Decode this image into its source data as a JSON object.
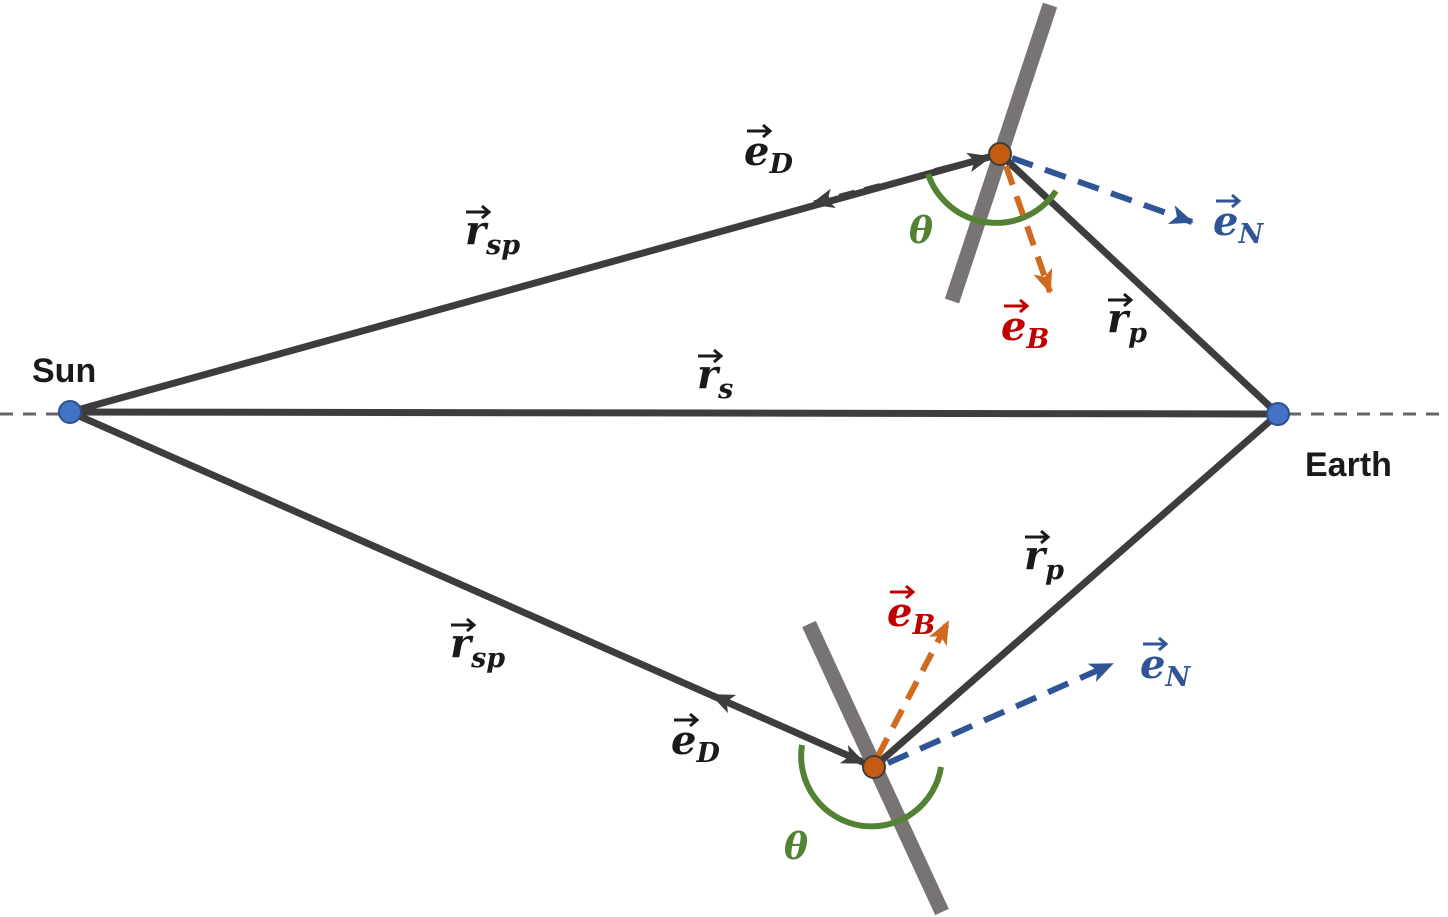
{
  "bodies": {
    "sun": {
      "label": "Sun"
    },
    "earth": {
      "label": "Earth"
    }
  },
  "vectors": {
    "r_s": {
      "base": "r",
      "sub": "s"
    },
    "r_sp_top": {
      "base": "r",
      "sub": "sp"
    },
    "r_sp_bottom": {
      "base": "r",
      "sub": "sp"
    },
    "r_p_top": {
      "base": "r",
      "sub": "p"
    },
    "r_p_bottom": {
      "base": "r",
      "sub": "p"
    },
    "e_D_top": {
      "base": "e",
      "sub": "D"
    },
    "e_D_bottom": {
      "base": "e",
      "sub": "D"
    },
    "e_N_top": {
      "base": "e",
      "sub": "N"
    },
    "e_N_bottom": {
      "base": "e",
      "sub": "N"
    },
    "e_B_top": {
      "base": "e",
      "sub": "B"
    },
    "e_B_bottom": {
      "base": "e",
      "sub": "B"
    }
  },
  "angles": {
    "theta_top": "θ",
    "theta_bottom": "θ"
  },
  "colors": {
    "line": "#3d3d3d",
    "panel": "#787473",
    "node": "#4472c4",
    "particle": "#c55a11",
    "e_N": "#2f5597",
    "e_B_label": "#c00000",
    "e_B_arrow": "#d06a1e",
    "theta": "#548235",
    "axis": "#666666"
  }
}
